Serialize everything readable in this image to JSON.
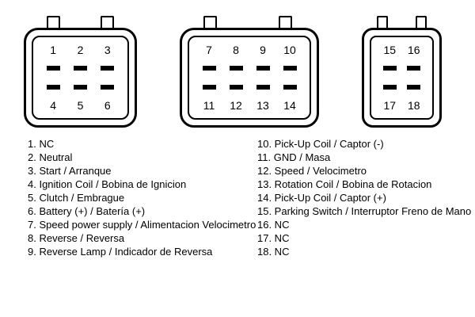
{
  "connectors": [
    {
      "id": "connector-6pin",
      "top_pins": [
        "1",
        "2",
        "3"
      ],
      "bottom_pins": [
        "4",
        "5",
        "6"
      ]
    },
    {
      "id": "connector-8pin",
      "top_pins": [
        "7",
        "8",
        "9",
        "10"
      ],
      "bottom_pins": [
        "11",
        "12",
        "13",
        "14"
      ]
    },
    {
      "id": "connector-4pin",
      "top_pins": [
        "15",
        "16"
      ],
      "bottom_pins": [
        "17",
        "18"
      ]
    }
  ],
  "legend": {
    "left": [
      "1. NC",
      "2. Neutral",
      "3. Start / Arranque",
      "4. Ignition Coil / Bobina de Ignicion",
      "5. Clutch / Embrague",
      "6. Battery (+) / Batería (+)",
      "7. Speed power supply / Alimentacion Velocimetro",
      "8. Reverse / Reversa",
      "9. Reverse Lamp / Indicador de Reversa"
    ],
    "right": [
      "10. Pick-Up Coil / Captor (-)",
      "11. GND / Masa",
      "12. Speed / Velocimetro",
      "13. Rotation Coil / Bobina de Rotacion",
      "14. Pick-Up Coil / Captor (+)",
      "15. Parking Switch / Interruptor Freno de Mano",
      "16. NC",
      "17. NC",
      "18. NC"
    ]
  },
  "colors": {
    "line": "#000000",
    "background": "#ffffff"
  }
}
